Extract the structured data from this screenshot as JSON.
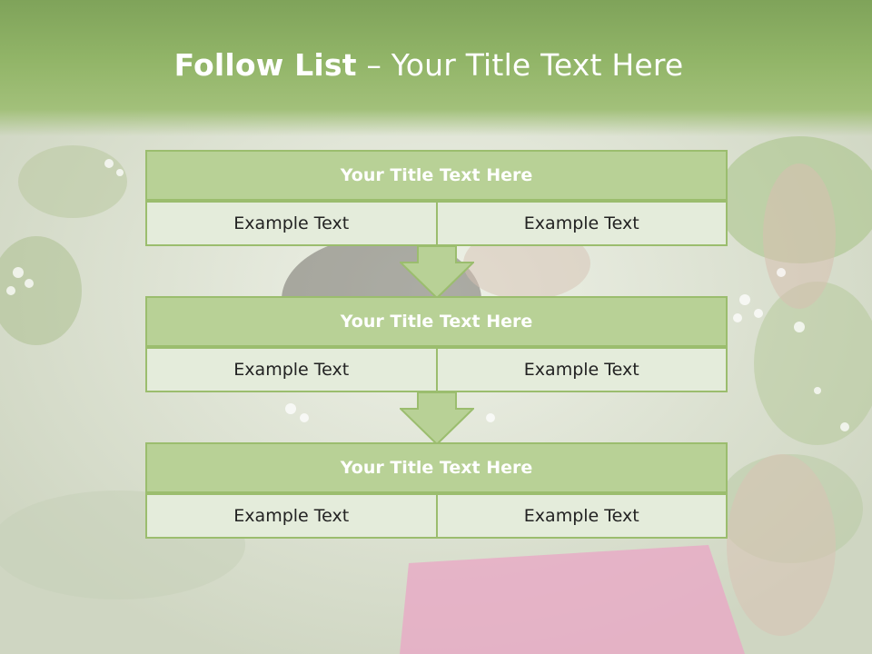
{
  "slide": {
    "title_bold": "Follow List",
    "title_rest": "– Your Title Text Here"
  },
  "steps": [
    {
      "title": "Your Title Text Here",
      "left": "Example Text",
      "right": "Example Text"
    },
    {
      "title": "Your Title Text Here",
      "left": "Example Text",
      "right": "Example Text"
    },
    {
      "title": "Your Title Text Here",
      "left": "Example Text",
      "right": "Example Text"
    }
  ],
  "colors": {
    "header": "#92b568",
    "box_title": "#b8d196",
    "box_border": "#9bbd6e",
    "cell_fill": "#e4ecdb",
    "accent_pink": "#e9a9c6"
  }
}
